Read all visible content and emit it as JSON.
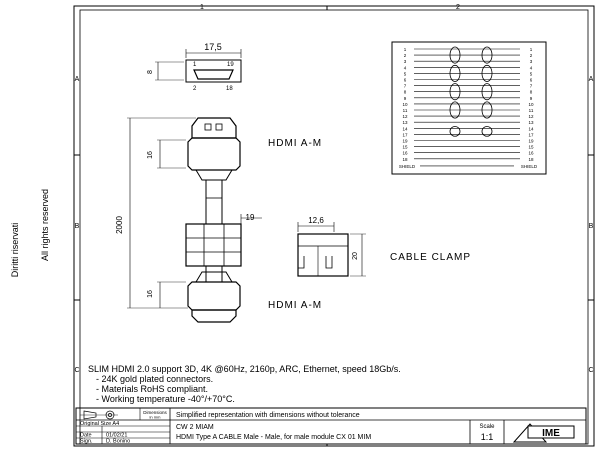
{
  "frame": {
    "col_labels": [
      "1",
      "2"
    ],
    "row_labels": [
      "A",
      "B",
      "C"
    ],
    "rights_reserved": "All rights reserved",
    "rights_reserved_2": "Diritti riservati"
  },
  "connector_top": {
    "width_dim": "17,5",
    "height_dim": "8",
    "pin_1": "1",
    "pin_19": "19",
    "pin_2": "2",
    "pin_18": "18",
    "label": "HDMI A-M",
    "head_dim": "16"
  },
  "cable": {
    "length_dim": "2000",
    "clamp_width_dim": "19"
  },
  "clamp": {
    "width_dim": "12,6",
    "height_dim": "20",
    "label": "CABLE CLAMP"
  },
  "connector_bottom": {
    "label": "HDMI A-M",
    "head_dim": "16"
  },
  "wiring": {
    "pins": [
      "1",
      "2",
      "3",
      "4",
      "5",
      "6",
      "7",
      "8",
      "9",
      "10",
      "11",
      "12",
      "13",
      "14",
      "17",
      "19",
      "15",
      "16",
      "18"
    ],
    "shield_left": "SHIELD",
    "shield_right": "SHIELD"
  },
  "description": {
    "line1": "SLIM HDMI 2.0 support 3D, 4K @60Hz, 2160p, ARC, Ethernet, speed 18Gb/s.",
    "line2": "- 24K gold plated connectors.",
    "line3": "- Materials RoHS compliant.",
    "line4": "- Working temperature -40°/+70°C."
  },
  "title_block": {
    "dims_label_1": "Dimensions",
    "dims_label_2": "in mm",
    "note": "Simplified representation with dimensions without tolerance",
    "original_size": "Original Size A4",
    "date_label": "Date",
    "date_value": "01/02/21",
    "sign_label": "Sign.",
    "sign_value": "D. Bonino",
    "code": "CW 2 MIAM",
    "title": "HDMI Type A CABLE Male - Male, for male module CX 01 MIM",
    "scale_label": "Scale",
    "scale_value": "1:1",
    "logo": "IME"
  }
}
